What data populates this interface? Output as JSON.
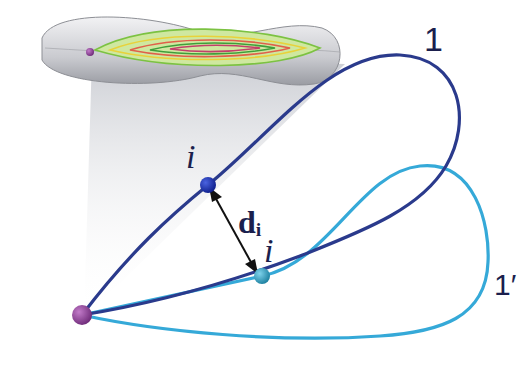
{
  "diagram": {
    "labels": [
      "1",
      "1′",
      "i",
      "i",
      "dᵢ"
    ]
  }
}
